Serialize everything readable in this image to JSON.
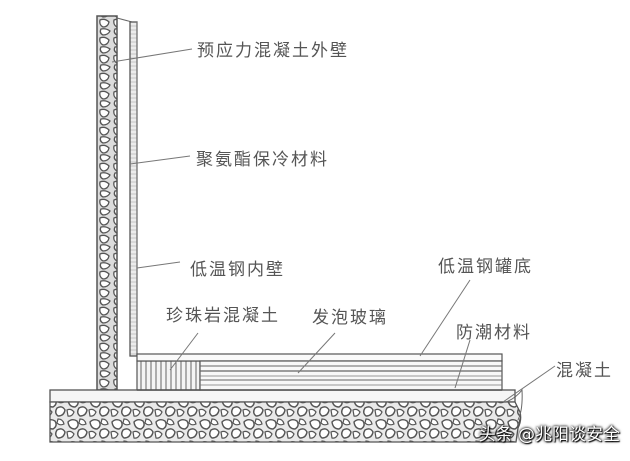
{
  "diagram": {
    "title": "",
    "type": "cross-section of full-containment LNG tank wall and bottom",
    "labels": {
      "outer_wall": "预应力混凝土外壁",
      "insulation": "聚氨酯保冷材料",
      "inner_wall": "低温钢内壁",
      "perlite_concrete": "珍珠岩混凝土",
      "foam_glass": "发泡玻璃",
      "tank_bottom": "低温钢罐底",
      "moisture_barrier": "防潮材料",
      "concrete": "混凝土"
    },
    "colors": {
      "line": "#666666",
      "text": "#555555",
      "background": "#ffffff"
    }
  },
  "watermark": {
    "text": "头条 @兆阳谈安全"
  }
}
